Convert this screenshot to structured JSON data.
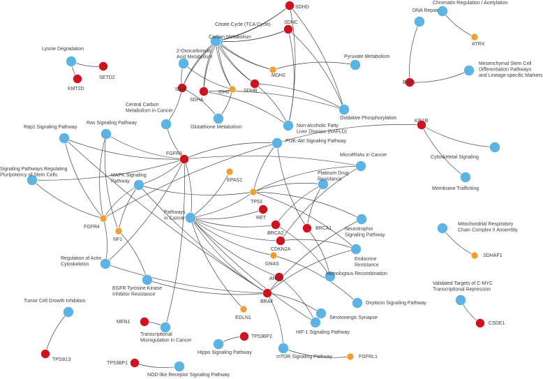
{
  "colors": {
    "pathway": "#5cb3e4",
    "gene_red": "#d0121f",
    "gene_orange": "#f0a033",
    "edge": "#444444"
  },
  "nodes": [
    {
      "id": "citrate",
      "label": "Citrate Cycle (TCA Cycle)",
      "kind": "pathway"
    },
    {
      "id": "sdhd",
      "label": "SDHD",
      "kind": "gene_red"
    },
    {
      "id": "sdhc",
      "label": "SDHC",
      "kind": "gene_red"
    },
    {
      "id": "carbon",
      "label": "Carbon Metabolism",
      "kind": "pathway"
    },
    {
      "id": "oxo",
      "label": "2-Oxocarboxylic\nAcid Metabolism",
      "kind": "pathway"
    },
    {
      "id": "pyruvate",
      "label": "Pyruvate Metabolism",
      "kind": "pathway"
    },
    {
      "id": "mdh2",
      "label": "MDH2",
      "kind": "gene_orange"
    },
    {
      "id": "idh1",
      "label": "IDH1",
      "kind": "gene_red"
    },
    {
      "id": "sdha",
      "label": "SDHA",
      "kind": "gene_red"
    },
    {
      "id": "idh2",
      "label": "IDH2",
      "kind": "gene_orange"
    },
    {
      "id": "sdhb",
      "label": "SDHB",
      "kind": "gene_red"
    },
    {
      "id": "oxphos",
      "label": "Oxidative Phosphorylation",
      "kind": "pathway"
    },
    {
      "id": "glutathione",
      "label": "Glutathione Metabolism",
      "kind": "pathway"
    },
    {
      "id": "nafld",
      "label": "Non-alcoholic Fatty\nLiver Disease (NAFLD)",
      "kind": "pathway"
    },
    {
      "id": "lysine",
      "label": "Lysine Degradation",
      "kind": "pathway"
    },
    {
      "id": "setd2",
      "label": "SETD2",
      "kind": "gene_red"
    },
    {
      "id": "kmt2d",
      "label": "KMT2D",
      "kind": "gene_red"
    },
    {
      "id": "dnarepair",
      "label": "DNA Repair",
      "kind": "pathway"
    },
    {
      "id": "chromatin",
      "label": "Chromatin Regulation / Acetylation",
      "kind": "pathway"
    },
    {
      "id": "atrx",
      "label": "ATRX",
      "kind": "gene_orange"
    },
    {
      "id": "bap1",
      "label": "BAP1",
      "kind": "gene_red"
    },
    {
      "id": "mesen",
      "label": "Mesenchymal Stem Cell\nDifferentiation Pathways\nand Lineage-specific Markers",
      "kind": "pathway"
    },
    {
      "id": "kif1b",
      "label": "KIF1B",
      "kind": "gene_red"
    },
    {
      "id": "cytosk",
      "label": "Cytoskeletal Signaling",
      "kind": "pathway"
    },
    {
      "id": "membrane",
      "label": "Membrane Trafficking",
      "kind": "pathway"
    },
    {
      "id": "central",
      "label": "Central Carbon\nMetabolism in Cancer",
      "kind": "pathway"
    },
    {
      "id": "rap1",
      "label": "Rap1 Signaling Pathway",
      "kind": "pathway"
    },
    {
      "id": "ras",
      "label": "Ras Signaling Pathway",
      "kind": "pathway"
    },
    {
      "id": "fgfr3",
      "label": "FGFR3",
      "kind": "gene_red"
    },
    {
      "id": "pi3k",
      "label": "PI3K-Akt Signaling Pathway",
      "kind": "pathway"
    },
    {
      "id": "micrornas",
      "label": "MicroRNAs in Cancer",
      "kind": "pathway"
    },
    {
      "id": "pluri",
      "label": "Signaling Pathways Regulating\nPluripotency of Stem Cells",
      "kind": "pathway"
    },
    {
      "id": "mapk",
      "label": "MAPK Signaling\nPathway",
      "kind": "pathway"
    },
    {
      "id": "epas1",
      "label": "EPAS1",
      "kind": "gene_orange"
    },
    {
      "id": "platinum",
      "label": "Platinum Drug\nResistance",
      "kind": "pathway"
    },
    {
      "id": "tp53",
      "label": "TP53",
      "kind": "gene_orange"
    },
    {
      "id": "fgfr4",
      "label": "FGFR4",
      "kind": "gene_orange"
    },
    {
      "id": "ret",
      "label": "RET",
      "kind": "gene_red"
    },
    {
      "id": "nf1",
      "label": "NF1",
      "kind": "gene_orange"
    },
    {
      "id": "pathcancer",
      "label": "Pathways\nin Cancer",
      "kind": "pathway"
    },
    {
      "id": "brca2",
      "label": "BRCA2",
      "kind": "gene_red"
    },
    {
      "id": "brca1",
      "label": "BRCA1",
      "kind": "gene_red"
    },
    {
      "id": "neuro",
      "label": "Neurotrophin\nSignaling Pathway",
      "kind": "pathway"
    },
    {
      "id": "mito",
      "label": "Mitochondrial Respiratory\nChain Complex II Assembly",
      "kind": "pathway"
    },
    {
      "id": "cdkn2a",
      "label": "CDKN2A",
      "kind": "gene_red"
    },
    {
      "id": "endocrine",
      "label": "Endocrine\nResistance",
      "kind": "pathway"
    },
    {
      "id": "sdhaf1",
      "label": "SDHAF1",
      "kind": "gene_orange"
    },
    {
      "id": "actin",
      "label": "Regulation of Actin\nCytoskeleton",
      "kind": "pathway"
    },
    {
      "id": "gnas",
      "label": "GNAS",
      "kind": "gene_orange"
    },
    {
      "id": "arnt",
      "label": "ARNT",
      "kind": "gene_red"
    },
    {
      "id": "homrec",
      "label": "Homologous Recombination",
      "kind": "pathway"
    },
    {
      "id": "egfr",
      "label": "EGFR Tyrosine Kinase\nInhibitor Resistance",
      "kind": "pathway"
    },
    {
      "id": "braf",
      "label": "BRAF",
      "kind": "gene_red"
    },
    {
      "id": "oxytocin",
      "label": "Oxytocin Signaling Pathway",
      "kind": "pathway"
    },
    {
      "id": "myc",
      "label": "Validated Targets of C-MYC\nTranscriptional Repression",
      "kind": "pathway"
    },
    {
      "id": "tumorgrowth",
      "label": "Tumor Cell Growth Inhibition",
      "kind": "pathway"
    },
    {
      "id": "serotonergic",
      "label": "Serotonergic Synapse",
      "kind": "pathway"
    },
    {
      "id": "egln1",
      "label": "EGLN1",
      "kind": "gene_orange"
    },
    {
      "id": "hif1",
      "label": "HIF-1 Signaling Pathway",
      "kind": "pathway"
    },
    {
      "id": "csde1",
      "label": "CSDE1",
      "kind": "gene_red"
    },
    {
      "id": "men1",
      "label": "MEN1",
      "kind": "gene_red"
    },
    {
      "id": "transmis",
      "label": "Transcriptional\nMisregulation in Cancer",
      "kind": "pathway"
    },
    {
      "id": "tp53bp2",
      "label": "TP53BP2",
      "kind": "gene_red"
    },
    {
      "id": "hippo",
      "label": "Hippo Signaling Pathway",
      "kind": "pathway"
    },
    {
      "id": "mtor",
      "label": "mTOR Signaling Pathway",
      "kind": "pathway"
    },
    {
      "id": "fgfrl1",
      "label": "FGFRL1",
      "kind": "gene_orange"
    },
    {
      "id": "tp53i13",
      "label": "TP53I13",
      "kind": "gene_red"
    },
    {
      "id": "tp53bp1",
      "label": "TP53BP1",
      "kind": "gene_red"
    },
    {
      "id": "nod",
      "label": "NOD-like Receptor Signaling Pathway",
      "kind": "pathway"
    }
  ],
  "edges": [
    [
      "citrate",
      "sdhd"
    ],
    [
      "citrate",
      "sdhc"
    ],
    [
      "citrate",
      "idh1"
    ],
    [
      "citrate",
      "sdha"
    ],
    [
      "citrate",
      "idh2"
    ],
    [
      "citrate",
      "sdhb"
    ],
    [
      "citrate",
      "mdh2"
    ],
    [
      "carbon",
      "idh1"
    ],
    [
      "carbon",
      "sdha"
    ],
    [
      "carbon",
      "idh2"
    ],
    [
      "carbon",
      "sdhb"
    ],
    [
      "carbon",
      "mdh2"
    ],
    [
      "carbon",
      "sdhd"
    ],
    [
      "carbon",
      "sdhc"
    ],
    [
      "oxo",
      "idh1"
    ],
    [
      "oxo",
      "idh2"
    ],
    [
      "pyruvate",
      "mdh2"
    ],
    [
      "oxphos",
      "sdhd"
    ],
    [
      "oxphos",
      "sdhc"
    ],
    [
      "oxphos",
      "sdha"
    ],
    [
      "oxphos",
      "sdhb"
    ],
    [
      "nafld",
      "sdhd"
    ],
    [
      "nafld",
      "sdhc"
    ],
    [
      "nafld",
      "sdha"
    ],
    [
      "nafld",
      "sdhb"
    ],
    [
      "glutathione",
      "idh1"
    ],
    [
      "glutathione",
      "idh2"
    ],
    [
      "central",
      "idh1"
    ],
    [
      "central",
      "fgfr3"
    ],
    [
      "lysine",
      "setd2"
    ],
    [
      "lysine",
      "kmt2d"
    ],
    [
      "dnarepair",
      "bap1"
    ],
    [
      "chromatin",
      "atrx"
    ],
    [
      "bap1",
      "mesen"
    ],
    [
      "kif1b",
      "cytosk"
    ],
    [
      "kif1b",
      "membrane"
    ],
    [
      "kif1b",
      "pi3k"
    ],
    [
      "rap1",
      "fgfr3"
    ],
    [
      "rap1",
      "fgfr4"
    ],
    [
      "rap1",
      "braf"
    ],
    [
      "ras",
      "fgfr3"
    ],
    [
      "ras",
      "fgfr4"
    ],
    [
      "ras",
      "nf1"
    ],
    [
      "pi3k",
      "fgfr3"
    ],
    [
      "pi3k",
      "fgfr4"
    ],
    [
      "pi3k",
      "tp53"
    ],
    [
      "pi3k",
      "brca1"
    ],
    [
      "micrornas",
      "tp53"
    ],
    [
      "micrornas",
      "cdkn2a"
    ],
    [
      "micrornas",
      "fgfr3"
    ],
    [
      "pluri",
      "fgfr3"
    ],
    [
      "pluri",
      "fgfr4"
    ],
    [
      "mapk",
      "fgfr3"
    ],
    [
      "mapk",
      "fgfr4"
    ],
    [
      "mapk",
      "nf1"
    ],
    [
      "mapk",
      "tp53"
    ],
    [
      "mapk",
      "braf"
    ],
    [
      "platinum",
      "tp53"
    ],
    [
      "platinum",
      "brca1"
    ],
    [
      "platinum",
      "brca2"
    ],
    [
      "pathcancer",
      "fgfr3"
    ],
    [
      "pathcancer",
      "tp53"
    ],
    [
      "pathcancer",
      "ret"
    ],
    [
      "pathcancer",
      "brca2"
    ],
    [
      "pathcancer",
      "cdkn2a"
    ],
    [
      "pathcancer",
      "gnas"
    ],
    [
      "pathcancer",
      "braf"
    ],
    [
      "pathcancer",
      "arnt"
    ],
    [
      "pathcancer",
      "egln1"
    ],
    [
      "pathcancer",
      "hif1"
    ],
    [
      "pathcancer",
      "epas1"
    ],
    [
      "neuro",
      "tp53"
    ],
    [
      "neuro",
      "braf"
    ],
    [
      "endocrine",
      "tp53"
    ],
    [
      "endocrine",
      "braf"
    ],
    [
      "endocrine",
      "cdkn2a"
    ],
    [
      "homrec",
      "brca1"
    ],
    [
      "homrec",
      "brca2"
    ],
    [
      "actin",
      "fgfr3"
    ],
    [
      "actin",
      "fgfr4"
    ],
    [
      "actin",
      "braf"
    ],
    [
      "egfr",
      "braf"
    ],
    [
      "egfr",
      "nf1"
    ],
    [
      "oxytocin",
      "gnas"
    ],
    [
      "serotonergic",
      "braf"
    ],
    [
      "hif1",
      "arnt"
    ],
    [
      "mtor",
      "braf"
    ],
    [
      "mtor",
      "fgfrl1"
    ],
    [
      "transmis",
      "men1"
    ],
    [
      "transmis",
      "fgfr3"
    ],
    [
      "tumorgrowth",
      "tp53i13"
    ],
    [
      "tp53bp2",
      "hippo"
    ],
    [
      "tp53bp1",
      "nod"
    ],
    [
      "mito",
      "sdhaf1"
    ],
    [
      "myc",
      "csde1"
    ]
  ]
}
